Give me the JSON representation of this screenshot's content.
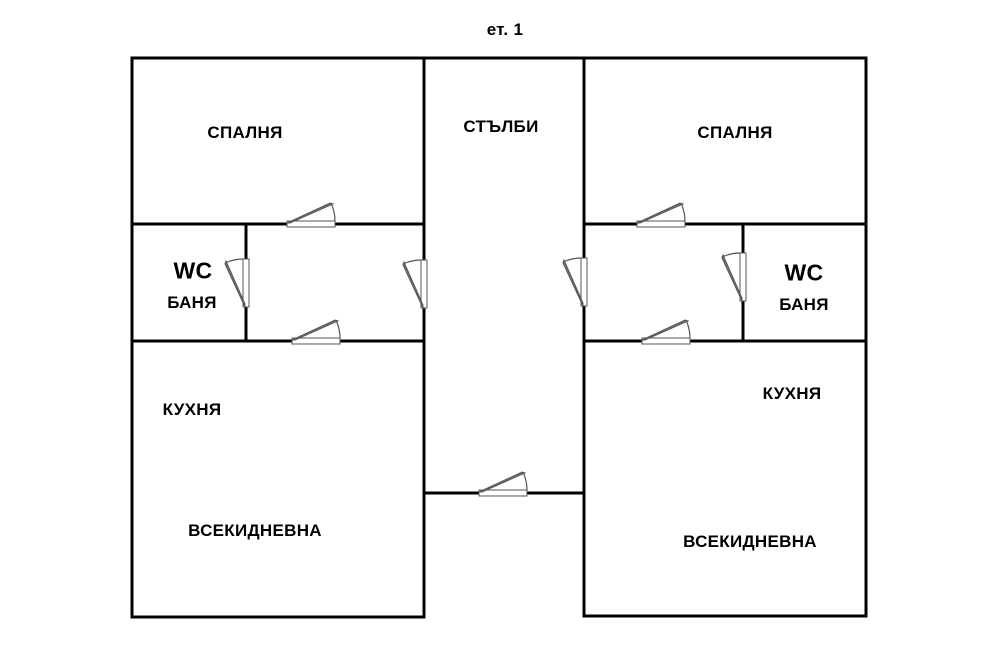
{
  "floor_label": "ет. 1",
  "rooms": {
    "left_bedroom": "СПАЛНЯ",
    "stairs": "СТЪЛБИ",
    "right_bedroom": "СПАЛНЯ",
    "left_wc": "WC",
    "left_bath": "БАНЯ",
    "right_wc": "WC",
    "right_bath": "БАНЯ",
    "left_kitchen": "КУХНЯ",
    "right_kitchen": "КУХНЯ",
    "left_living": "ВСЕКИДНЕВНА",
    "right_living": "ВСЕКИДНЕВНА"
  },
  "colors": {
    "wall": "#000000",
    "door": "#555555"
  }
}
